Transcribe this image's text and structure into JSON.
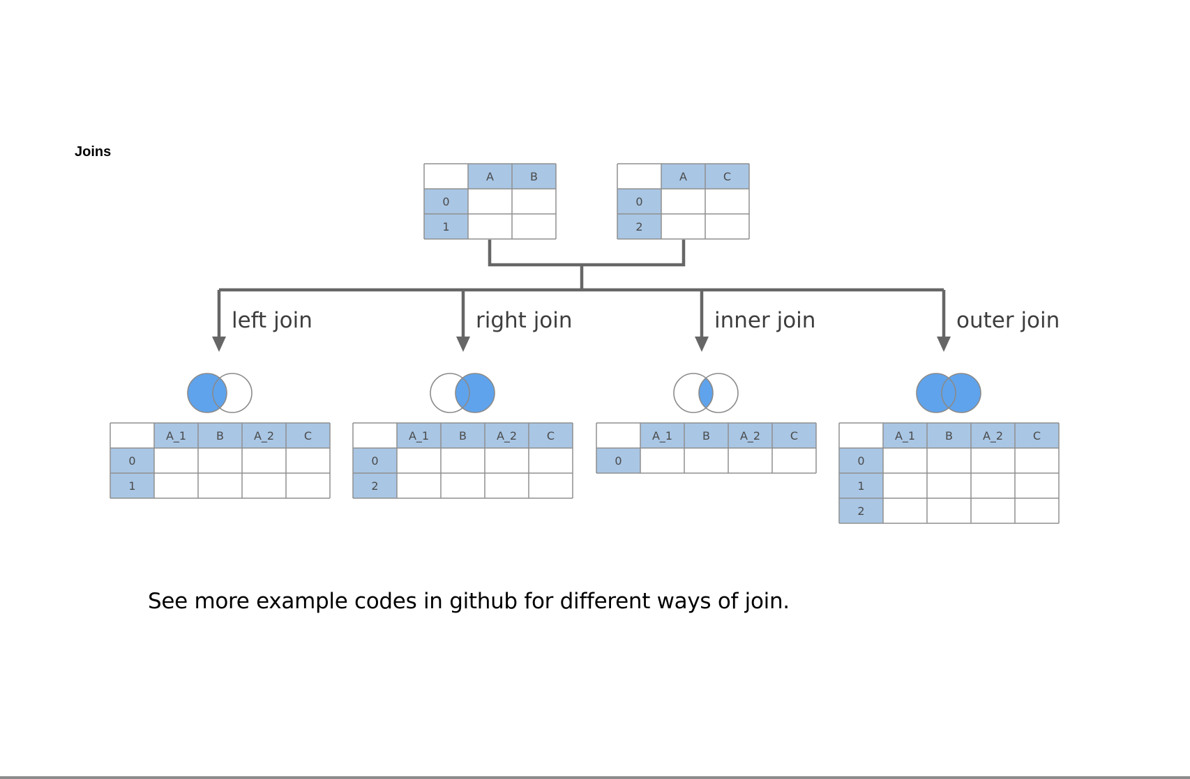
{
  "title": "Joins",
  "caption": "See more example codes in github for different ways of join.",
  "colors": {
    "header_fill": "#a9c6e4",
    "venn_fill": "#5fa3ec",
    "grid_line": "#8f8f8f",
    "connector": "#666666",
    "label_text": "#3d3d3d"
  },
  "source_tables": [
    {
      "columns": [
        "A",
        "B"
      ],
      "index": [
        "0",
        "1"
      ]
    },
    {
      "columns": [
        "A",
        "C"
      ],
      "index": [
        "0",
        "2"
      ]
    }
  ],
  "joins": [
    {
      "label": "left join",
      "venn": "left",
      "columns": [
        "A_1",
        "B",
        "A_2",
        "C"
      ],
      "index": [
        "0",
        "1"
      ]
    },
    {
      "label": "right join",
      "venn": "right",
      "columns": [
        "A_1",
        "B",
        "A_2",
        "C"
      ],
      "index": [
        "0",
        "2"
      ]
    },
    {
      "label": "inner join",
      "venn": "inner",
      "columns": [
        "A_1",
        "B",
        "A_2",
        "C"
      ],
      "index": [
        "0"
      ]
    },
    {
      "label": "outer join",
      "venn": "outer",
      "columns": [
        "A_1",
        "B",
        "A_2",
        "C"
      ],
      "index": [
        "0",
        "1",
        "2"
      ]
    }
  ]
}
